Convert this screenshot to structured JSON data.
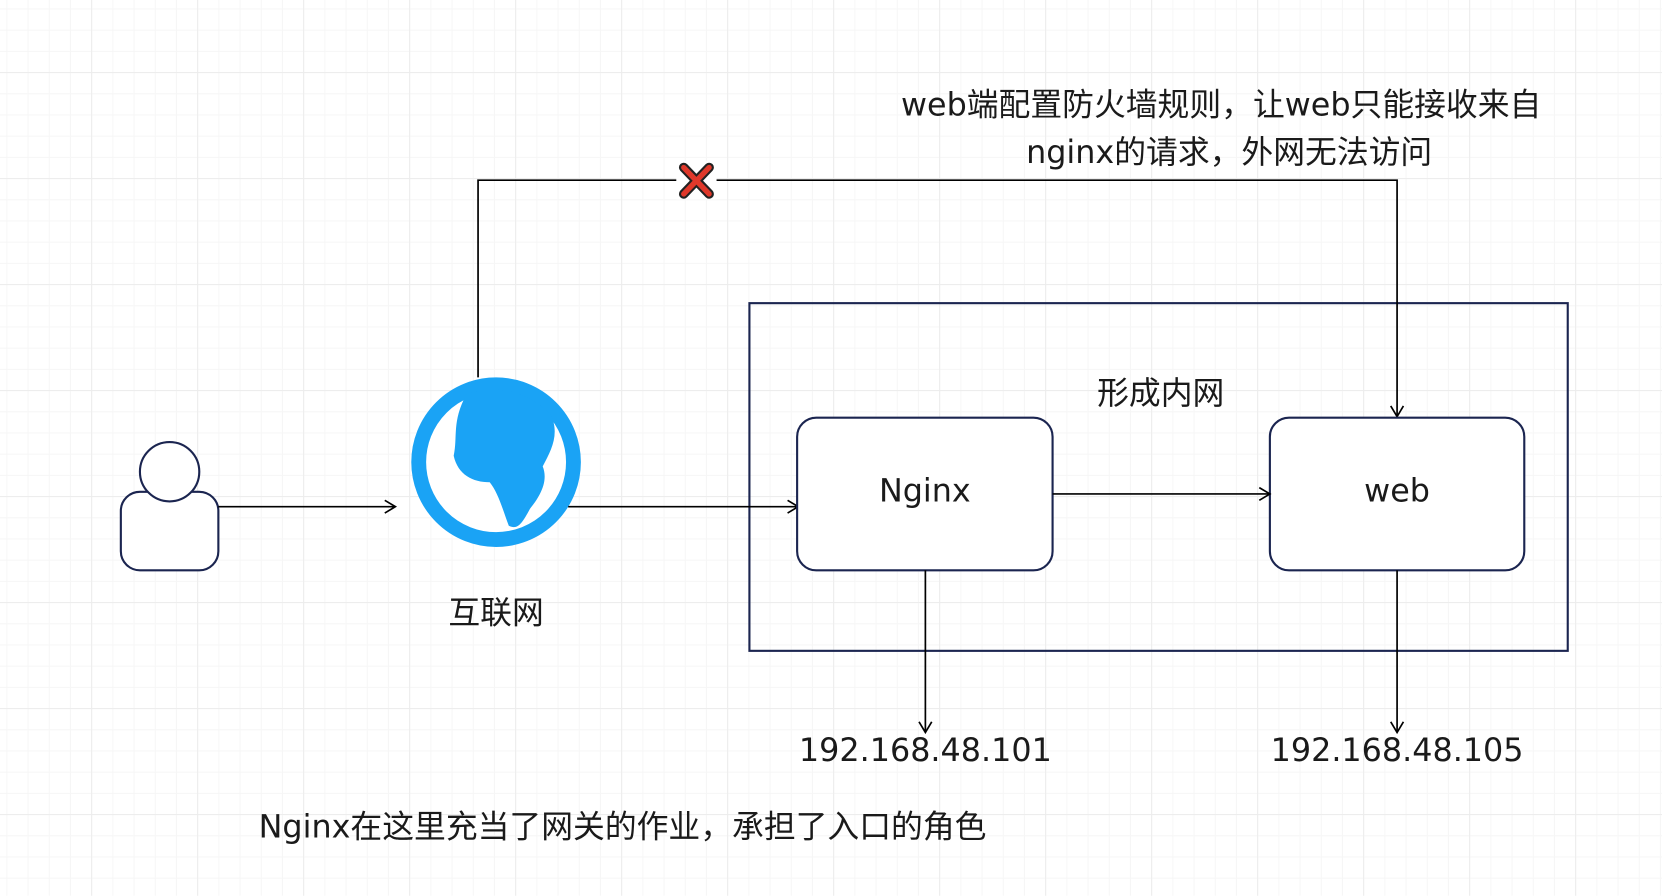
{
  "annotations": {
    "firewall_note_line1": "web端配置防火墙规则，让web只能接收来自",
    "firewall_note_line2": "nginx的请求，外网无法访问",
    "gateway_note": "Nginx在这里充当了网关的作业，承担了入口的角色"
  },
  "nodes": {
    "internet_label": "互联网",
    "intranet_label": "形成内网",
    "nginx_label": "Nginx",
    "web_label": "web",
    "nginx_ip": "192.168.48.101",
    "web_ip": "192.168.48.105"
  },
  "colors": {
    "globe": "#1aa3f5",
    "box_stroke": "#1b2550",
    "blocked": "#e0382a"
  }
}
